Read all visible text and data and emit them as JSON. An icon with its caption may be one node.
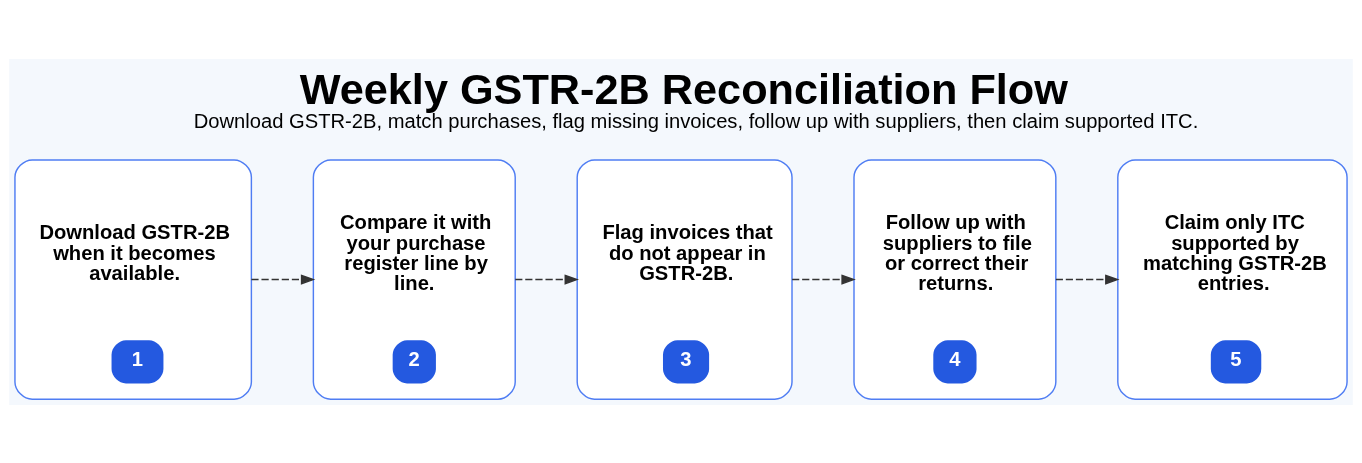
{
  "diagram": {
    "title": "Weekly GSTR-2B Reconciliation Flow",
    "caption": "Download GSTR-2B, match purchases, flag missing invoices, follow up with suppliers, then claim supported ITC.",
    "nodes": [
      {
        "text": [
          "Download GSTR-2B when it becomes available.",
          "1"
        ]
      },
      {
        "text": [
          "Compare it with your purchase register line by line.",
          "2"
        ]
      },
      {
        "text": [
          "Flag invoices that do not appear in GSTR-2B.",
          "3"
        ]
      },
      {
        "text": [
          "Follow up with suppliers to file or correct their returns.",
          "4"
        ]
      },
      {
        "text": [
          "Claim only ITC supported by matching GSTR-2B entries.",
          "5"
        ]
      }
    ],
    "edges": [
      {
        "from": 0,
        "to": 1,
        "arrow": "to",
        "style": "dashed"
      },
      {
        "from": 1,
        "to": 2,
        "arrow": "to",
        "style": "dashed"
      },
      {
        "from": 2,
        "to": 3,
        "arrow": "to",
        "style": "dashed"
      },
      {
        "from": 3,
        "to": 4,
        "arrow": "to",
        "style": "dashed"
      }
    ]
  }
}
